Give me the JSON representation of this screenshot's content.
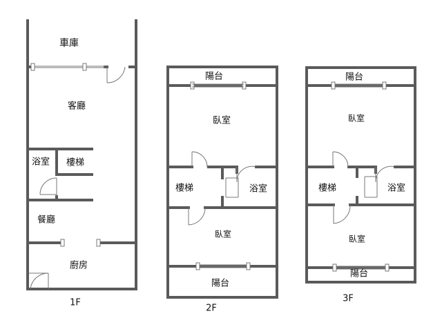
{
  "floors": [
    {
      "label": "1F",
      "rooms": {
        "garage": "車庫",
        "living_room": "客廳",
        "bathroom": "浴室",
        "stairs": "樓梯",
        "dining_room": "餐廳",
        "kitchen": "廚房"
      }
    },
    {
      "label": "2F",
      "rooms": {
        "balcony_top": "陽台",
        "bedroom_top": "臥室",
        "stairs": "樓梯",
        "bathroom": "浴室",
        "bedroom_bottom": "臥室",
        "balcony_bottom": "陽台"
      }
    },
    {
      "label": "3F",
      "rooms": {
        "balcony_top": "陽台",
        "bedroom_top": "臥室",
        "stairs": "樓梯",
        "bathroom": "浴室",
        "bedroom_bottom": "臥室",
        "balcony_bottom": "陽台"
      }
    }
  ]
}
